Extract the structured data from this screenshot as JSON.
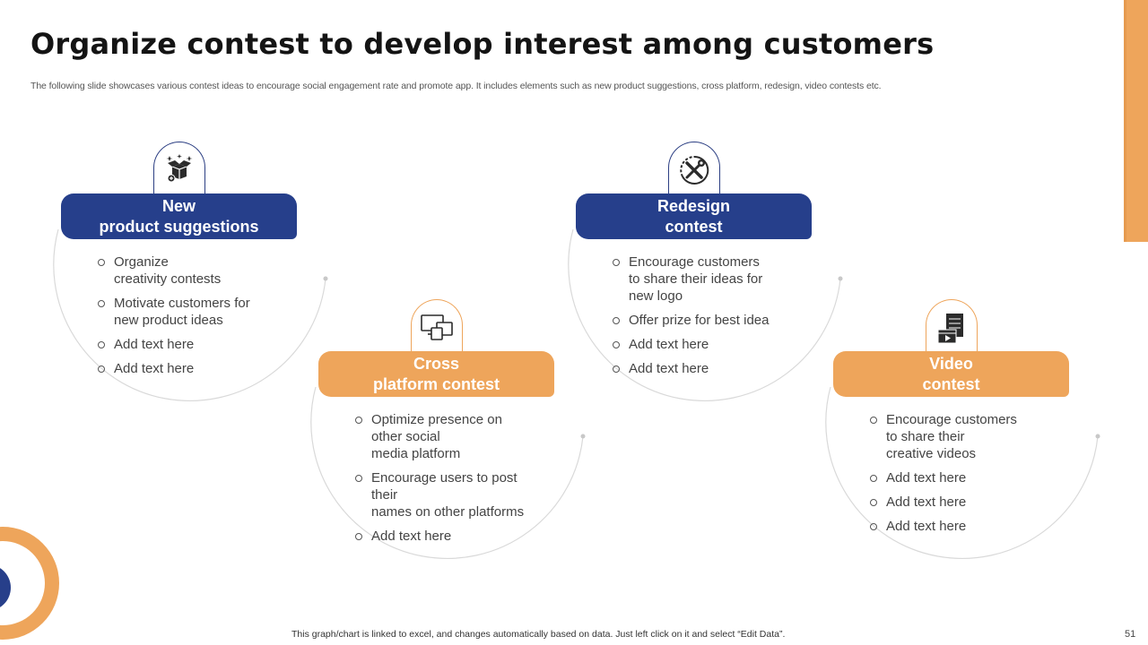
{
  "title": "Organize contest to develop interest among customers",
  "subtitle": "The following slide showcases various contest ideas to encourage social engagement rate and promote app. It includes elements such as new product suggestions, cross platform, redesign, video contests etc.",
  "colors": {
    "navy": "#263f8b",
    "orange": "#eea55b"
  },
  "cards": [
    {
      "icon": "gift-box-icon",
      "header_line1": "New",
      "header_line2": "product suggestions",
      "bullets": [
        [
          "Organize",
          "creativity contests"
        ],
        [
          "Motivate customers for",
          "new product ideas"
        ],
        [
          "Add text here"
        ],
        [
          "Add text here"
        ]
      ]
    },
    {
      "icon": "multi-device-icon",
      "header_line1": "Cross",
      "header_line2": "platform contest",
      "bullets": [
        [
          "Optimize presence on",
          "other social",
          "media platform"
        ],
        [
          "Encourage users to post their",
          "names on other platforms"
        ],
        [
          "Add text here"
        ]
      ]
    },
    {
      "icon": "tools-icon",
      "header_line1": "Redesign",
      "header_line2": "contest",
      "bullets": [
        [
          "Encourage customers",
          "to share their ideas for",
          "new logo"
        ],
        [
          "Offer prize for best idea"
        ],
        [
          "Add text here"
        ],
        [
          "Add text here"
        ]
      ]
    },
    {
      "icon": "video-clapper-icon",
      "header_line1": "Video",
      "header_line2": "contest",
      "bullets": [
        [
          "Encourage customers",
          "to share their",
          "creative videos"
        ],
        [
          "Add text here"
        ],
        [
          "Add text here"
        ],
        [
          "Add text here"
        ]
      ]
    }
  ],
  "footer": "This graph/chart is linked to excel, and changes automatically based on data. Just left click on it and select “Edit Data”.",
  "page_number": "51"
}
